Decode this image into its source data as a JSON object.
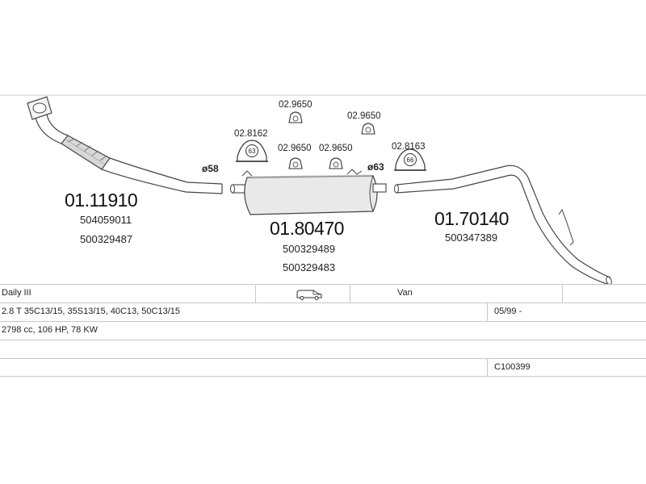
{
  "parts": {
    "front_pipe": {
      "number": "01.11910",
      "oem": [
        "504059011",
        "500329487"
      ]
    },
    "middle_silencer": {
      "number": "01.80470",
      "oem": [
        "500329489",
        "500329483"
      ]
    },
    "rear_pipe": {
      "number": "01.70140",
      "oem": [
        "500347389"
      ]
    }
  },
  "clamps": {
    "c1": "02.9650",
    "c2": "02.9650",
    "c3": "02.8162",
    "c4": "02.9650",
    "c5": "02.9650",
    "c6": "02.8163"
  },
  "clamp_badges": {
    "b1": "63",
    "b2": "66"
  },
  "diameters": {
    "d1": "ø58",
    "d2": "ø63"
  },
  "vehicle": {
    "model": "Daily III",
    "body_type": "Van",
    "variants": "2.8 T 35C13/15, 35S13/15, 40C13, 50C13/15",
    "years": "05/99 -",
    "engine": "2798 cc, 106 HP, 78 KW",
    "set_code": "C100399"
  },
  "icons": {
    "vehicle": "van-icon"
  }
}
